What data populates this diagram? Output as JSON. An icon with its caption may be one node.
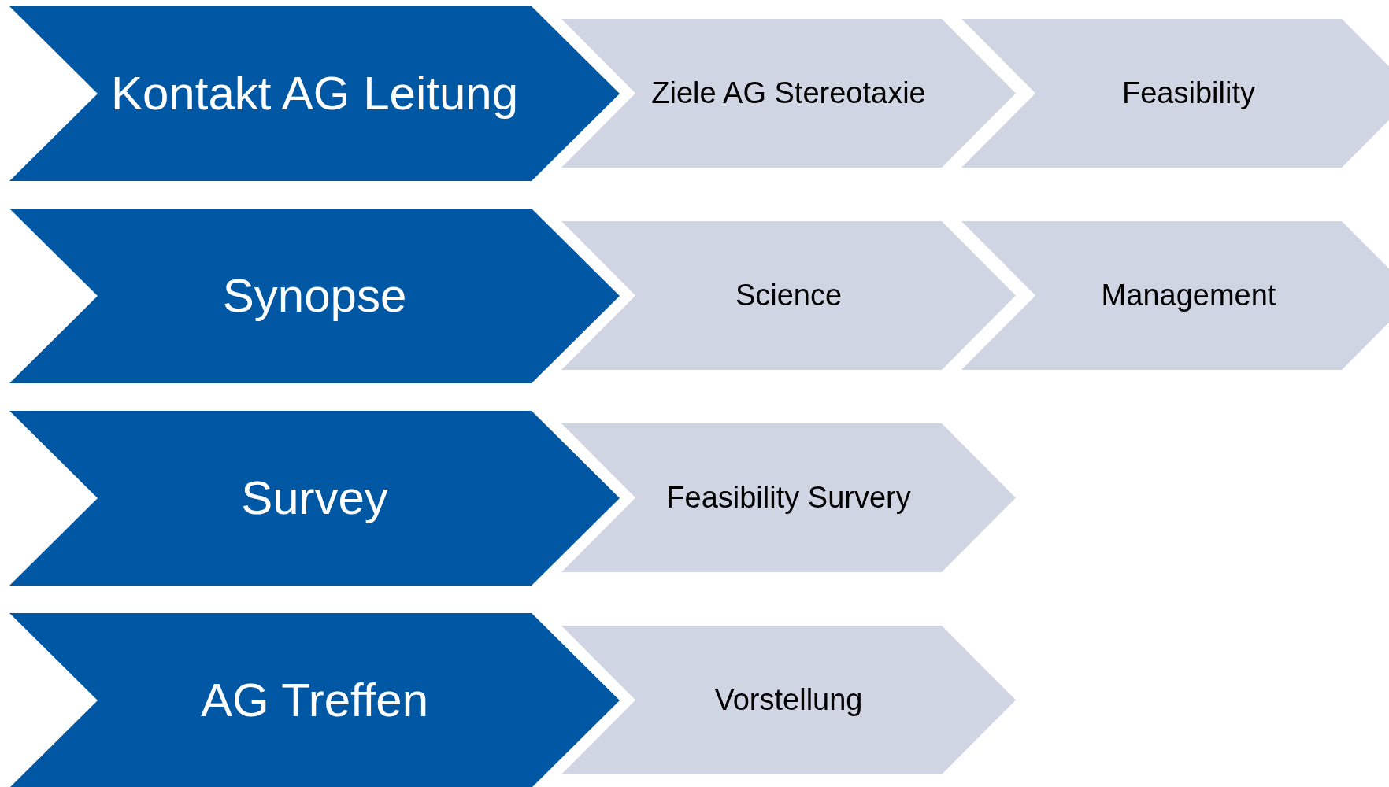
{
  "diagram": {
    "nodes": [
      {
        "text": [
          "Kontakt AG Leitung"
        ]
      },
      {
        "text": [
          "Ziele AG Stereotaxie"
        ]
      },
      {
        "text": [
          "Feasibility"
        ]
      },
      {
        "text": [
          "Synopse"
        ]
      },
      {
        "text": [
          "Science"
        ]
      },
      {
        "text": [
          "Management"
        ]
      },
      {
        "text": [
          "Survey"
        ]
      },
      {
        "text": [
          "Feasibility Survery"
        ]
      },
      {
        "text": [
          "AG Treffen"
        ]
      },
      {
        "text": [
          "Vorstellung"
        ]
      }
    ]
  }
}
